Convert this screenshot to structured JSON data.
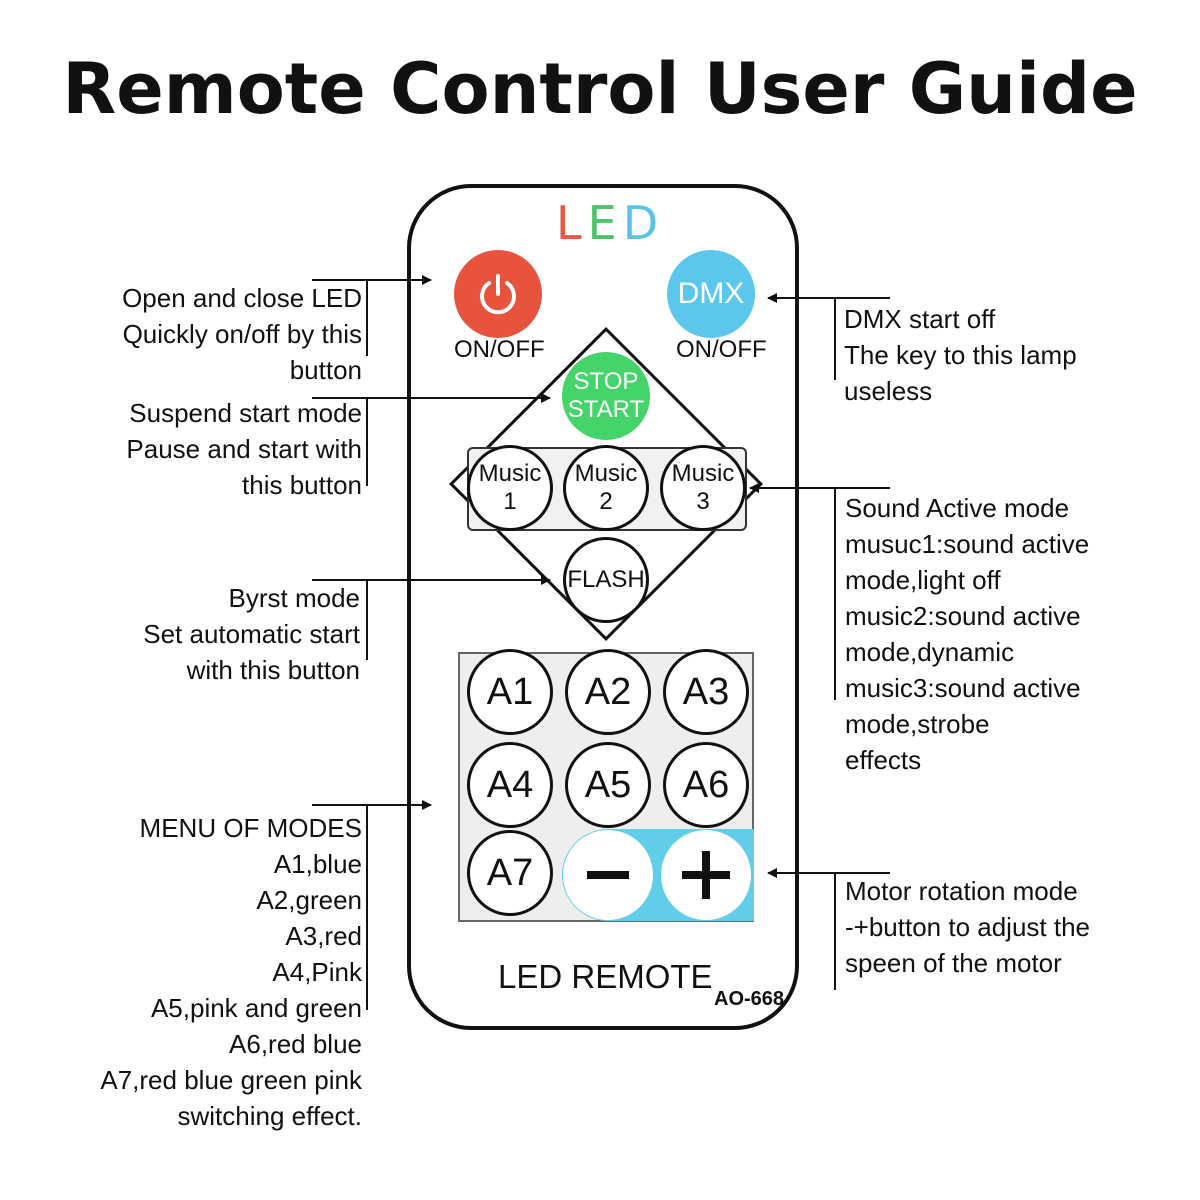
{
  "title": "Remote Control User Guide",
  "logo": {
    "l": "L",
    "e": "E",
    "d": "D"
  },
  "buttons": {
    "power_label": "ON/OFF",
    "dmx_text": "DMX",
    "dmx_label": "ON/OFF",
    "stop_line1": "STOP",
    "stop_line2": "START",
    "music": [
      {
        "line1": "Music",
        "line2": "1"
      },
      {
        "line1": "Music",
        "line2": "2"
      },
      {
        "line1": "Music",
        "line2": "3"
      }
    ],
    "flash": "FLASH",
    "a_modes": [
      "A1",
      "A2",
      "A3",
      "A4",
      "A5",
      "A6",
      "A7"
    ],
    "minus": "−",
    "plus": "+"
  },
  "remote_name": "LED REMOTE",
  "model": "AO-668",
  "notes_left": {
    "power": [
      "Open and close LED",
      "Quickly on/off by this",
      "button"
    ],
    "stop": [
      "Suspend start mode",
      "Pause and start with",
      "this button"
    ],
    "flash": [
      "Byrst mode",
      "Set automatic start",
      "with this button"
    ],
    "menu": [
      "MENU OF MODES",
      "A1,blue",
      "A2,green",
      "A3,red",
      "A4,Pink",
      "A5,pink and green",
      "A6,red blue",
      "A7,red blue green pink",
      "switching effect."
    ]
  },
  "notes_right": {
    "dmx": [
      "DMX start off",
      "The key to this lamp",
      "useless"
    ],
    "music": [
      "Sound Active mode",
      "musuc1:sound active",
      "mode,light off",
      "music2:sound active",
      "mode,dynamic",
      "music3:sound active",
      "mode,strobe",
      "effects"
    ],
    "motor": [
      "Motor rotation mode",
      "-+button to adjust the",
      "speen of  the motor"
    ]
  },
  "colors": {
    "power": "#e8533d",
    "dmx": "#5bc7ec",
    "stop": "#44d46a",
    "motor_bar": "#62cde9"
  },
  "icons": [
    "power-icon",
    "arrow-icon"
  ]
}
